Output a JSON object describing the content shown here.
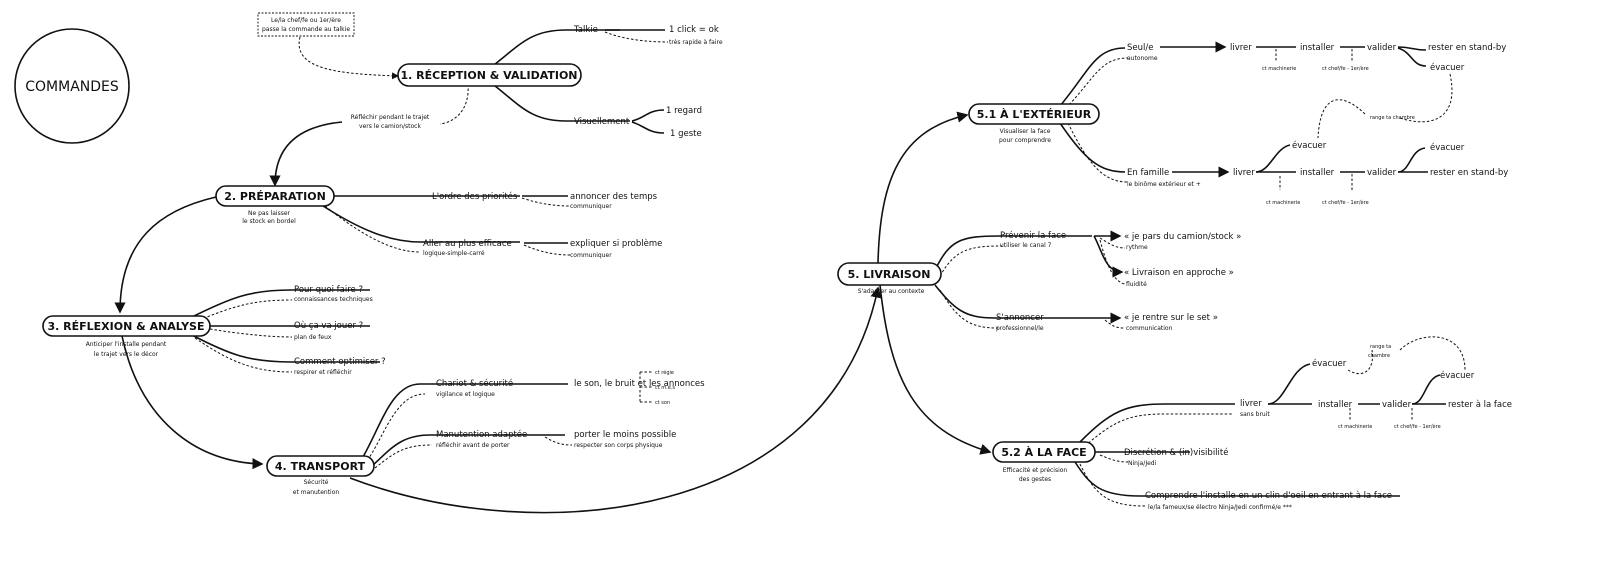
{
  "title": "COMMANDES",
  "note": {
    "line1": "Le/la chef/fe ou 1er/ère",
    "line2": "passe la commande au talkie"
  },
  "n1": {
    "label": "1. RÉCEPTION & VALIDATION",
    "talkie": "Talkie",
    "click": "1 click = ok",
    "rapide": "très rapide à faire",
    "visuellement": "Visuellement",
    "regard": "1 regard",
    "geste": "1 geste",
    "trajet1": "Réfléchir pendant le trajet",
    "trajet2": "vers le camion/stock"
  },
  "n2": {
    "label": "2. PRÉPARATION",
    "sub1": "Ne pas laisser",
    "sub2": "le stock en bordel",
    "ordre": "L'ordre des priorités",
    "annoncer": "annoncer des temps",
    "communiquer": "communiquer",
    "aller": "Aller au plus efficace",
    "logique": "logique-simple-carré",
    "expliquer": "expliquer si problème",
    "communiquer2": "communiquer"
  },
  "n3": {
    "label": "3. RÉFLEXION & ANALYSE",
    "sub1": "Anticiper l'installe pendant",
    "sub2": "le trajet vers le décor",
    "pourquoi": "Pour quoi faire ?",
    "connaissances": "connaissances techniques",
    "ou": "Où ça va jouer ?",
    "plan": "plan de feux",
    "comment": "Comment optimiser ?",
    "respirer": "respirer et réfléchir"
  },
  "n4": {
    "label": "4. TRANSPORT",
    "sub1": "Sécurité",
    "sub2": "et manutention",
    "chariot": "Chariot & sécurité",
    "vigilance": "vigilance et logique",
    "son": "le son, le bruit et les annonces",
    "ct_regie": "ct régie",
    "ct_mes": "ct m.e.s",
    "ct_son": "ct son",
    "manutention": "Manutention adaptée",
    "reflechir": "réfléchir avant de porter",
    "porter": "porter le moins possible",
    "respecter": "respecter son corps physique"
  },
  "n5": {
    "label": "5. LIVRAISON",
    "sub": "S'adapter au contexte",
    "prevenir": "Prévenir la face",
    "canal": "utiliser le canal 7",
    "jepars": "« je pars du camion/stock »",
    "rythme": "rythme",
    "approche": "« Livraison en approche »",
    "fluidite": "fluidité",
    "sannoncer": "S'annoncer",
    "pro": "professionnel/le",
    "rentre": "« je rentre sur le set »",
    "communication": "communication"
  },
  "n51": {
    "label": "5.1 À L'EXTÉRIEUR",
    "sub1": "Visualiser la face",
    "sub2": "pour comprendre",
    "seul": "Seul/e",
    "autonome": "autonome",
    "livrer": "livrer",
    "installer": "installer",
    "valider": "valider",
    "standby": "rester en stand-by",
    "evacuer": "évacuer",
    "ct_machinerie": "ct machinerie",
    "ct_chef": "ct chef/fe - 1er/ère",
    "range": "range ta chambre",
    "famille": "En famille",
    "binome": "le binôme extérieur et +",
    "f_livrer": "livrer",
    "f_evacuer1": "évacuer",
    "f_installer": "installer",
    "f_valider": "valider",
    "f_evacuer2": "évacuer",
    "f_standby": "rester en stand-by",
    "f_ct_machinerie": "ct machinerie",
    "f_ct_chef": "ct chef/fe - 1er/ère"
  },
  "n52": {
    "label": "5.2 À LA FACE",
    "sub1": "Efficacité et précision",
    "sub2": "des gestes",
    "livrer": "livrer",
    "sansbruit": "sans bruit",
    "evacuer1": "évacuer",
    "range1": "range ta",
    "range2": "chambre",
    "installer": "installer",
    "valider": "valider",
    "evacuer2": "évacuer",
    "rester": "rester à la face",
    "ct_machinerie": "ct machinerie",
    "ct_chef": "ct chef/fe - 1er/ère",
    "discretion": "Discrétion & (in)visibilité",
    "ninja": "Ninja/Jedi",
    "comprendre": "Comprendre l'installe en un clin d'oeil en entrant à la face",
    "fameux": "le/la fameux/se électro Ninja/Jedi confirmé/e ***"
  }
}
